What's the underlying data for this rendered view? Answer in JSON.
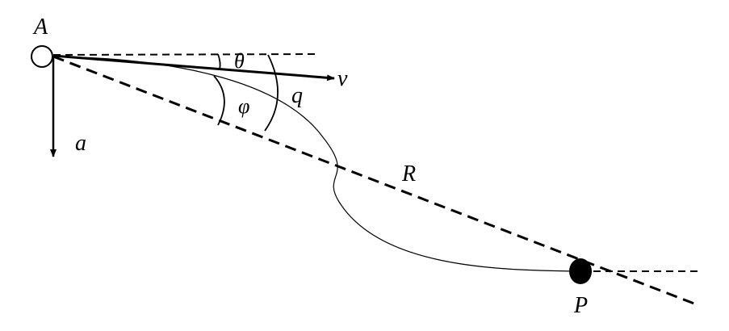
{
  "labels": {
    "point_a": "A",
    "point_p": "P",
    "velocity": "v",
    "acceleration": "a",
    "distance": "R",
    "angle_theta": "θ",
    "angle_phi": "φ",
    "charge_path": "q"
  },
  "colors": {
    "ink": "#000000",
    "background": "#ffffff"
  }
}
